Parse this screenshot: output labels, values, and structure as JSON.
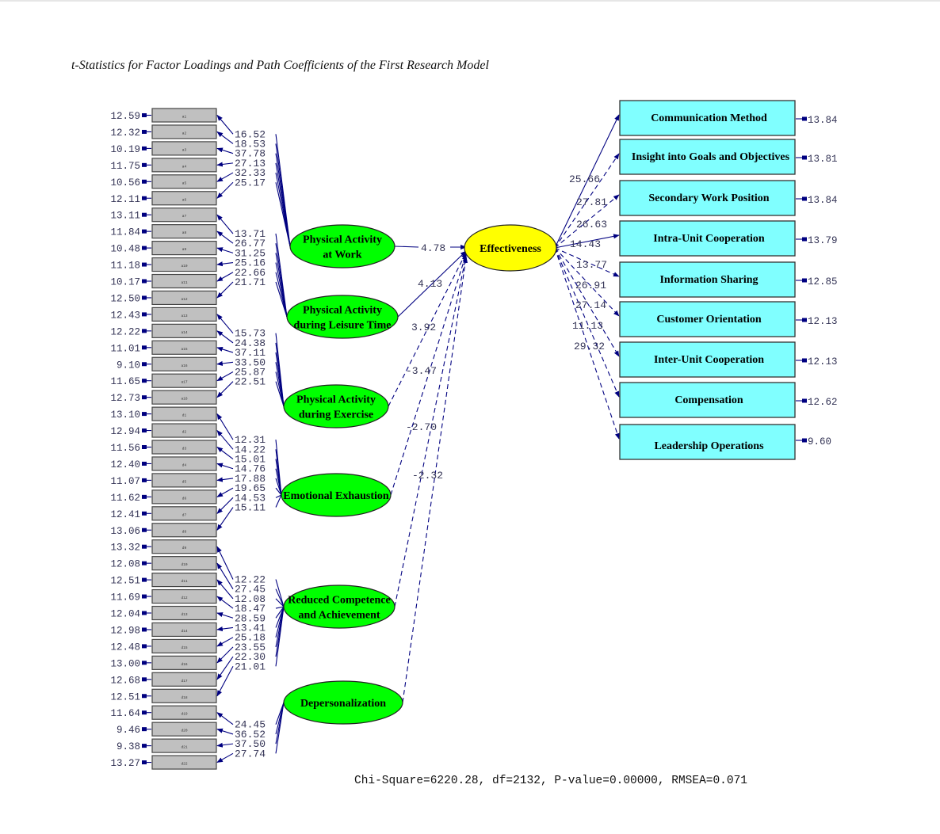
{
  "caption": "t-Statistics for Factor Loadings and Path Coefficients of the First Research Model",
  "fit_statistics": "Chi-Square=6220.28, df=2132, P-value=0.00000, RMSEA=0.071",
  "colors": {
    "arrow": "#000080",
    "indicator_fill": "#c0c0c0",
    "exogenous_fill": "#00ff00",
    "endogenous_fill": "#ffff00",
    "outcome_fill": "#80ffff",
    "value_text": "#333355"
  },
  "observed_indicators": [
    {
      "label": "a1",
      "error_t": "12.59"
    },
    {
      "label": "a2",
      "error_t": "12.32"
    },
    {
      "label": "a3",
      "error_t": "10.19"
    },
    {
      "label": "a4",
      "error_t": "11.75"
    },
    {
      "label": "a5",
      "error_t": "10.56"
    },
    {
      "label": "a6",
      "error_t": "12.11"
    },
    {
      "label": "a7",
      "error_t": "13.11"
    },
    {
      "label": "a8",
      "error_t": "11.84"
    },
    {
      "label": "a9",
      "error_t": "10.48"
    },
    {
      "label": "a10",
      "error_t": "11.18"
    },
    {
      "label": "a11",
      "error_t": "10.17"
    },
    {
      "label": "a12",
      "error_t": "12.50"
    },
    {
      "label": "a13",
      "error_t": "12.43"
    },
    {
      "label": "a14",
      "error_t": "12.22"
    },
    {
      "label": "a15",
      "error_t": "11.01"
    },
    {
      "label": "a16",
      "error_t": "9.10"
    },
    {
      "label": "a17",
      "error_t": "11.65"
    },
    {
      "label": "a18",
      "error_t": "12.73"
    },
    {
      "label": "d1",
      "error_t": "13.10"
    },
    {
      "label": "d2",
      "error_t": "12.94"
    },
    {
      "label": "d3",
      "error_t": "11.56"
    },
    {
      "label": "d4",
      "error_t": "12.40"
    },
    {
      "label": "d5",
      "error_t": "11.07"
    },
    {
      "label": "d6",
      "error_t": "11.62"
    },
    {
      "label": "d7",
      "error_t": "12.41"
    },
    {
      "label": "d8",
      "error_t": "13.06"
    },
    {
      "label": "d9",
      "error_t": "13.32"
    },
    {
      "label": "d10",
      "error_t": "12.08"
    },
    {
      "label": "d11",
      "error_t": "12.51"
    },
    {
      "label": "d12",
      "error_t": "11.69"
    },
    {
      "label": "d13",
      "error_t": "12.04"
    },
    {
      "label": "d14",
      "error_t": "12.98"
    },
    {
      "label": "d15",
      "error_t": "12.48"
    },
    {
      "label": "d16",
      "error_t": "13.00"
    },
    {
      "label": "d17",
      "error_t": "12.68"
    },
    {
      "label": "d18",
      "error_t": "12.51"
    },
    {
      "label": "d19",
      "error_t": "11.64"
    },
    {
      "label": "d20",
      "error_t": "9.46"
    },
    {
      "label": "d21",
      "error_t": "9.38"
    },
    {
      "label": "d22",
      "error_t": "13.27"
    }
  ],
  "exogenous_factors": [
    {
      "name": "Physical Activity at Work",
      "lines": [
        "Physical Activity",
        "at Work"
      ],
      "indicators": [
        0,
        1,
        2,
        3,
        4,
        5
      ],
      "loadings": [
        "16.52",
        "18.53",
        "37.78",
        "27.13",
        "32.33",
        "25.17"
      ],
      "path_t": "4.78"
    },
    {
      "name": "Physical Activity during Leisure Time",
      "lines": [
        "Physical Activity",
        "during Leisure Time"
      ],
      "indicators": [
        6,
        7,
        8,
        9,
        10,
        11
      ],
      "loadings": [
        "13.71",
        "26.77",
        "31.25",
        "25.16",
        "22.66",
        "21.71"
      ],
      "path_t": "4.13"
    },
    {
      "name": "Physical Activity during Exercise",
      "lines": [
        "Physical Activity",
        "during Exercise"
      ],
      "indicators": [
        12,
        13,
        14,
        15,
        16,
        17
      ],
      "loadings": [
        "15.73",
        "24.38",
        "37.11",
        "33.50",
        "25.87",
        "22.51"
      ],
      "path_t": "3.92"
    },
    {
      "name": "Emotional Exhaustion",
      "lines": [
        "Emotional Exhaustion"
      ],
      "indicators": [
        18,
        19,
        20,
        21,
        22,
        23,
        24,
        25
      ],
      "loadings": [
        "12.31",
        "14.22",
        "15.01",
        "14.76",
        "17.88",
        "19.65",
        "14.53",
        "15.11"
      ],
      "path_t": "-3.47"
    },
    {
      "name": "Reduced Competence and Achievement",
      "lines": [
        "Reduced Competence",
        "and Achievement"
      ],
      "indicators": [
        26,
        27,
        28,
        29,
        30,
        31,
        32,
        33,
        34,
        35
      ],
      "loadings": [
        "12.22",
        "27.45",
        "12.08",
        "18.47",
        "28.59",
        "13.41",
        "25.18",
        "23.55",
        "22.30",
        "21.01"
      ],
      "path_t": "-2.70"
    },
    {
      "name": "Depersonalization",
      "lines": [
        "Depersonalization"
      ],
      "indicators": [
        36,
        37,
        38,
        39
      ],
      "loadings": [
        "24.45",
        "36.52",
        "37.50",
        "27.74"
      ],
      "path_t": "-2.32"
    }
  ],
  "endogenous_factor": {
    "name": "Effectiveness"
  },
  "outcome_indicators": [
    {
      "label": "Communication Method",
      "loading_t": "25.66",
      "error_t": "13.84"
    },
    {
      "label": "Insight into Goals and Objectives",
      "loading_t": "27.81",
      "error_t": "13.81"
    },
    {
      "label": "Secondary Work Position",
      "loading_t": "26.63",
      "error_t": "13.84"
    },
    {
      "label": "Intra-Unit Cooperation",
      "loading_t": "14.43",
      "error_t": "13.79"
    },
    {
      "label": "Information Sharing",
      "loading_t": "13.77",
      "error_t": "12.85"
    },
    {
      "label": "Customer Orientation",
      "loading_t": "26.91",
      "error_t": "12.13"
    },
    {
      "label": "Inter-Unit Cooperation",
      "loading_t": "27.14",
      "error_t": "12.13"
    },
    {
      "label": "Compensation",
      "loading_t": "11.13",
      "error_t": "12.62"
    },
    {
      "label": "Leadership Operations",
      "loading_t": "29.32",
      "error_t": "9.60"
    }
  ]
}
